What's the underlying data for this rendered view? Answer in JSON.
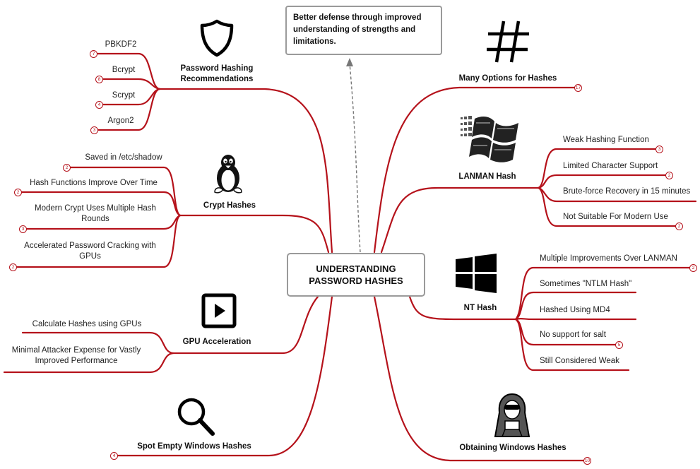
{
  "center": {
    "title_line1": "UNDERSTANDING",
    "title_line2": "PASSWORD HASHES"
  },
  "callout": {
    "text": "Better defense through improved understanding of strengths and limitations."
  },
  "branches": {
    "password_hashing": {
      "title_line1": "Password Hashing",
      "title_line2": "Recommendations",
      "icon": "shield-icon",
      "items": [
        {
          "label": "PBKDF2",
          "badge": "7"
        },
        {
          "label": "Bcrypt",
          "badge": "8"
        },
        {
          "label": "Scrypt",
          "badge": "4"
        },
        {
          "label": "Argon2",
          "badge": "3"
        }
      ]
    },
    "crypt_hashes": {
      "title": "Crypt Hashes",
      "icon": "linux-penguin-icon",
      "items": [
        {
          "label": "Saved in /etc/shadow",
          "badge": "2"
        },
        {
          "label": "Hash Functions Improve Over Time",
          "badge": "2"
        },
        {
          "label": "Modern Crypt Uses Multiple Hash Rounds",
          "badge": "3"
        },
        {
          "label": "Accelerated Password Cracking with GPUs",
          "badge": "2"
        }
      ]
    },
    "gpu_acceleration": {
      "title": "GPU Acceleration",
      "icon": "play-icon",
      "items": [
        {
          "label": "Calculate Hashes using GPUs"
        },
        {
          "label": "Minimal Attacker Expense for Vastly Improved Performance"
        }
      ]
    },
    "spot_empty": {
      "title": "Spot Empty Windows Hashes",
      "icon": "search-icon",
      "badge": "4"
    },
    "many_options": {
      "title": "Many Options for Hashes",
      "icon": "hash-icon",
      "badge": "17"
    },
    "lanman": {
      "title": "LANMAN Hash",
      "icon": "windows-legacy-logo-icon",
      "items": [
        {
          "label": "Weak Hashing Function",
          "badge": "3"
        },
        {
          "label": "Limited Character Support",
          "badge": "2"
        },
        {
          "label": "Brute-force Recovery in 15 minutes"
        },
        {
          "label": "Not Suitable For Modern Use",
          "badge": "2"
        }
      ]
    },
    "nt_hash": {
      "title": "NT Hash",
      "icon": "windows-logo-icon",
      "items": [
        {
          "label": "Multiple Improvements Over LANMAN",
          "badge": "2"
        },
        {
          "label": "Sometimes \"NTLM Hash\""
        },
        {
          "label": "Hashed Using MD4"
        },
        {
          "label": "No support for salt",
          "badge": "5"
        },
        {
          "label": "Still Considered Weak"
        }
      ]
    },
    "obtaining": {
      "title": "Obtaining Windows Hashes",
      "icon": "hacker-hoodie-icon",
      "badge": "10"
    }
  },
  "colors": {
    "branch": "#b5121b",
    "border": "#9a9a9a",
    "text": "#222222"
  }
}
